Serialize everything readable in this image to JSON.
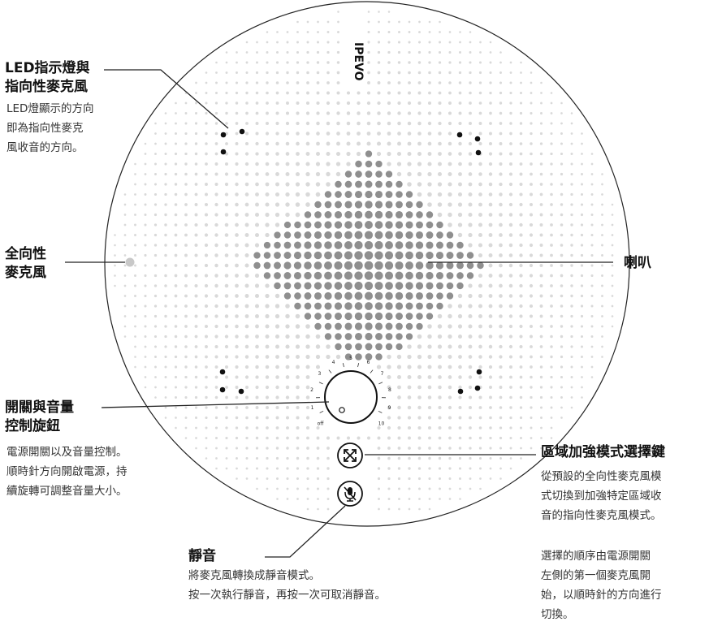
{
  "brand": "IPEVO",
  "colors": {
    "dot_dark": "#8f8f8f",
    "dot_light": "#d9d9d9",
    "accent": "#111111",
    "line": "#222222"
  },
  "callouts": {
    "led": {
      "title": "LED指示燈與\n指向性麥克風",
      "desc": "LED燈顯示的方向\n即為指向性麥克\n風收音的方向。"
    },
    "omni": {
      "title": "全向性\n麥克風"
    },
    "speaker": {
      "title": "喇叭"
    },
    "knob": {
      "title": "開關與音量\n控制旋鈕",
      "desc": "電源開關以及音量控制。\n順時針方向開啟電源，持\n續旋轉可調整音量大小。"
    },
    "zone": {
      "title": "區域加強模式選擇鍵",
      "desc": "從預設的全向性麥克風模\n式切換到加強特定區域收\n音的指向性麥克風模式。",
      "note": "選擇的順序由電源開關\n左側的第一個麥克風開\n始，以順時針的方向進行\n切換。"
    },
    "mute": {
      "title": "靜音",
      "desc": "將麥克風轉換成靜音模式。\n按一次執行靜音，再按一次可取消靜音。"
    }
  },
  "dial_scale": [
    "off",
    "1",
    "2",
    "3",
    "4",
    "5",
    "6",
    "7",
    "8",
    "9",
    "10"
  ],
  "icons": {
    "zone": "expand-arrows-icon",
    "mute": "mic-mute-icon"
  }
}
